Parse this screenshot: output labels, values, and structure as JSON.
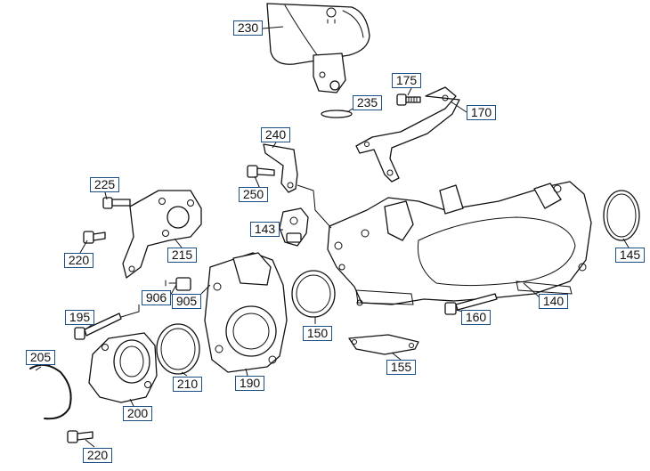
{
  "callouts": [
    {
      "id": "230",
      "label": "230"
    },
    {
      "id": "175",
      "label": "175"
    },
    {
      "id": "235",
      "label": "235"
    },
    {
      "id": "170",
      "label": "170"
    },
    {
      "id": "240",
      "label": "240"
    },
    {
      "id": "225",
      "label": "225"
    },
    {
      "id": "250",
      "label": "250"
    },
    {
      "id": "143",
      "label": "143"
    },
    {
      "id": "220a",
      "label": "220"
    },
    {
      "id": "215",
      "label": "215"
    },
    {
      "id": "145",
      "label": "145"
    },
    {
      "id": "906",
      "label": "906"
    },
    {
      "id": "905",
      "label": "905"
    },
    {
      "id": "140",
      "label": "140"
    },
    {
      "id": "195",
      "label": "195"
    },
    {
      "id": "160",
      "label": "160"
    },
    {
      "id": "150",
      "label": "150"
    },
    {
      "id": "205",
      "label": "205"
    },
    {
      "id": "155",
      "label": "155"
    },
    {
      "id": "210",
      "label": "210"
    },
    {
      "id": "190",
      "label": "190"
    },
    {
      "id": "200",
      "label": "200"
    },
    {
      "id": "220b",
      "label": "220"
    }
  ]
}
